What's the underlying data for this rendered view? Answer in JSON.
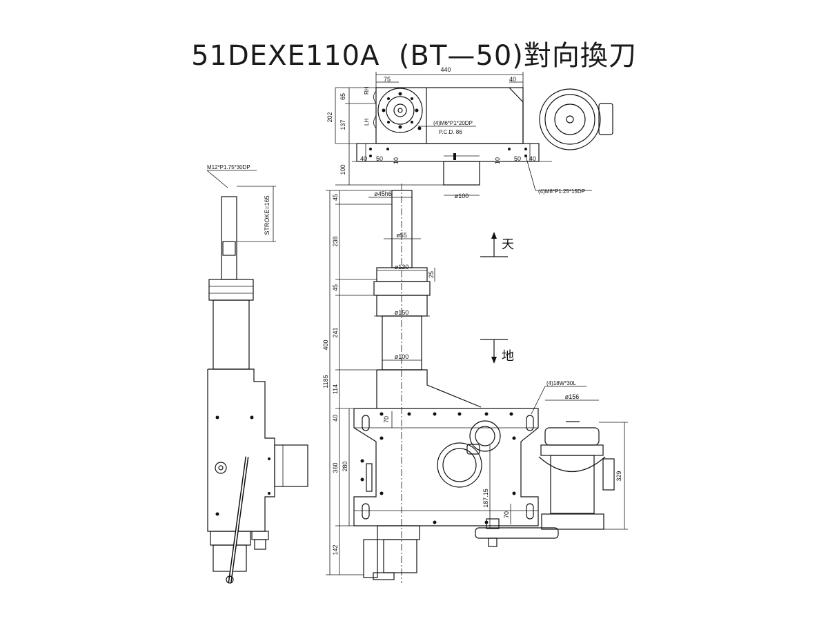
{
  "title": "51DEXE110A  (BT—50)對向換刀",
  "top_view": {
    "d_440": "440",
    "d_75": "75",
    "d_40a": "40",
    "d_65": "65",
    "d_137": "137",
    "d_202": "202",
    "d_100": "100",
    "d_40b": "40",
    "d_50a": "50",
    "d_10a": "10",
    "d_10b": "10",
    "d_50b": "50",
    "d_40c": "40",
    "rh": "RH",
    "lh": "LH",
    "note_m6": "(4)M6*P1*20DP",
    "note_pcd": "P.C.D. 86",
    "note_m8": "(4)M8*P1.25*15DP",
    "d_phi100": "ø100"
  },
  "left_view": {
    "note_m12": "M12*P1.75*30DP",
    "stroke": "STROKE=165"
  },
  "front_view": {
    "d_45a": "45",
    "d_238": "238",
    "d_45b": "45",
    "d_241": "241",
    "d_400": "400",
    "d_114": "114",
    "d_40": "40",
    "d_70a": "70",
    "d_360": "360",
    "d_280": "280",
    "d_1185": "1185",
    "d_142": "142",
    "d_187": "187.15",
    "d_70b": "70",
    "d_25": "25",
    "phi45": "ø45h6",
    "phi55": "ø55",
    "phi130": "ø130",
    "phi150": "ø150",
    "phi100": "ø100",
    "note_18w": "(4)18W*30L",
    "phi156": "ø156",
    "d_329": "329"
  },
  "legend": {
    "up": "天",
    "down": "地"
  }
}
